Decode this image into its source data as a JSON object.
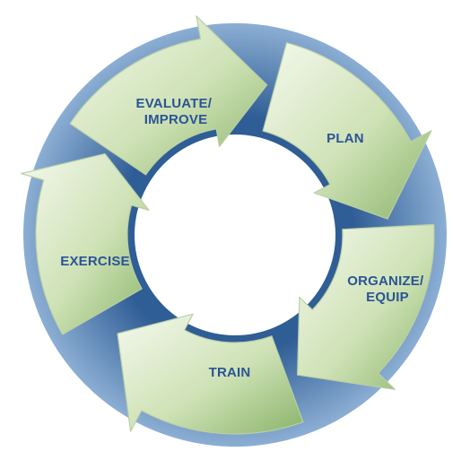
{
  "diagram": {
    "type": "cycle",
    "stages": [
      {
        "id": "plan",
        "lines": [
          "PLAN"
        ]
      },
      {
        "id": "organize-equip",
        "lines": [
          "ORGANIZE/",
          "EQUIP"
        ]
      },
      {
        "id": "train",
        "lines": [
          "TRAIN"
        ]
      },
      {
        "id": "exercise",
        "lines": [
          "EXERCISE"
        ]
      },
      {
        "id": "evaluate-improve",
        "lines": [
          "EVALUATE/",
          "IMPROVE"
        ]
      }
    ],
    "colors": {
      "arrow_light": "#f4f9ee",
      "arrow_mid": "#cfe2b6",
      "arrow_dark": "#8ab46a",
      "ring_blue_dark": "#2f5d95",
      "ring_blue_light": "#8fb1d6",
      "label_text": "#2a5496"
    }
  }
}
